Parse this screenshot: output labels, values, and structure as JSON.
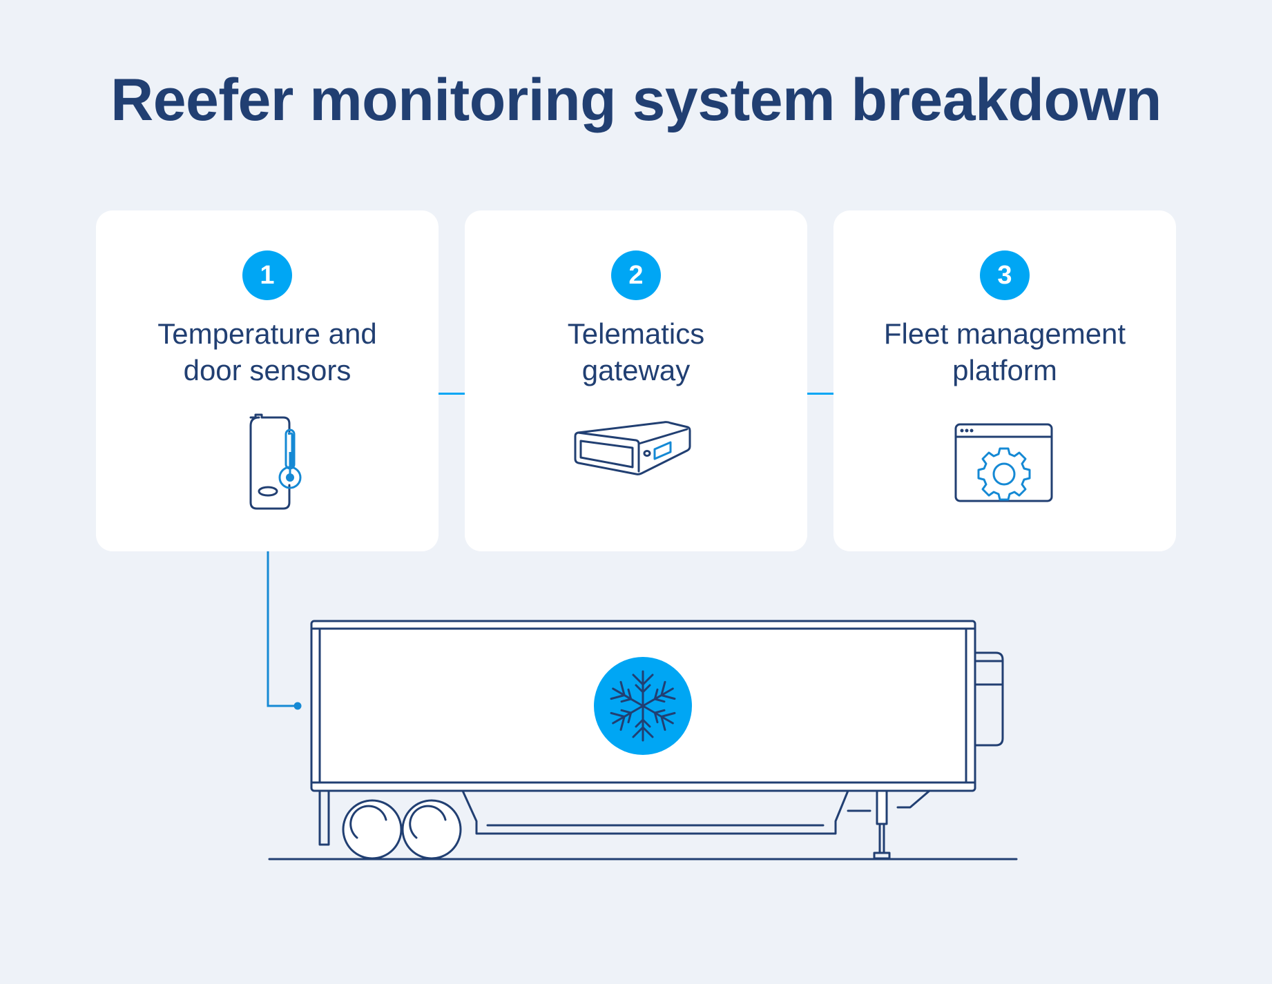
{
  "title": "Reefer monitoring system breakdown",
  "colors": {
    "background": "#eef2f8",
    "card": "#ffffff",
    "navy": "#213f72",
    "accent": "#00a6f4"
  },
  "steps": [
    {
      "number": "1",
      "label_line1": "Temperature and",
      "label_line2": "door sensors",
      "icon": "temperature-sensor-icon"
    },
    {
      "number": "2",
      "label_line1": "Telematics",
      "label_line2": "gateway",
      "icon": "telematics-gateway-icon"
    },
    {
      "number": "3",
      "label_line1": "Fleet management",
      "label_line2": "platform",
      "icon": "platform-gear-window-icon"
    }
  ],
  "illustration": {
    "vehicle": "refrigerated-trailer",
    "emblem": "snowflake-icon"
  }
}
